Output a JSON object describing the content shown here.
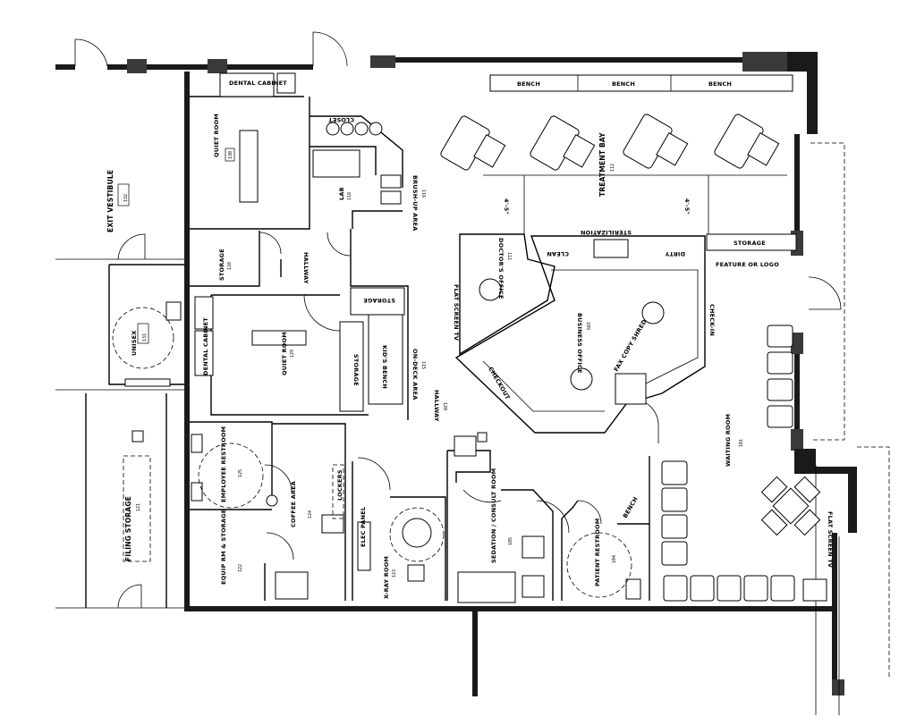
{
  "rooms": {
    "dental_cabinet_top": "DENTAL CABINET",
    "quiet_room_1": "QUIET ROOM",
    "quiet_room_1_num": "130",
    "closet": "CLOSET",
    "lab": "LAB",
    "lab_num": "118",
    "brushup": "BRUSH-UP AREA",
    "brushup_num": "116",
    "exit_vestibule": "EXIT VESTIBULE",
    "exit_vestibule_num": "132",
    "storage_left": "STORAGE",
    "storage_left_num": "128",
    "hallway_upper": "HALLWAY",
    "storage_mid": "STORAGE",
    "unisex": "UNISEX",
    "unisex_num": "131",
    "dental_cabinet_mid": "DENTAL CABINET",
    "quiet_room_2": "QUIET ROOM",
    "quiet_room_2_num": "129",
    "storage_vert": "STORAGE",
    "kids_bench": "KID'S BENCH",
    "oncheck": "ON-DECK AREA",
    "oncheck_num": "115",
    "doctors_office": "DOCTOR'S OFFICE",
    "doctors_office_num": "111",
    "sterilization": "STERILIZATION",
    "clean": "CLEAN",
    "dirty": "DIRTY",
    "storage_right": "STORAGE",
    "feature_logo": "FEATURE OR LOGO",
    "treatment_bay": "TREATMENT BAY",
    "treatment_bay_num": "112",
    "business_office": "BUSINESS OFFICE",
    "business_office_num": "109",
    "check_in": "CHECK-IN",
    "checkout": "CHECKOUT",
    "fax_copy": "FAX COPY SHRED",
    "flat_screen_1": "FLAT SCREEN TV",
    "hallway_lower": "HALLWAY",
    "hallway_lower_num": "120",
    "filing_storage": "FILING STORAGE",
    "filing_storage_num": "121",
    "employee_restroom": "EMPLOYEE RESTROOM",
    "employee_restroom_num": "125",
    "coffee": "COFFEE AREA",
    "coffee_num": "124",
    "lockers": "LOCKERS",
    "equip_storage": "EQUIP RM & STORAGE",
    "equip_storage_num": "122",
    "elec_panel": "ELEC PANEL",
    "xray_room": "X-RAY ROOM",
    "xray_room_num": "123",
    "sedation": "SEDATION / CONSULT ROOM",
    "sedation_num": "105",
    "patient_restroom": "PATIENT RESTROOM",
    "patient_restroom_num": "104",
    "bench_lower": "BENCH",
    "waiting": "WAITING ROOM",
    "waiting_num": "101",
    "flat_screen_2": "FLAT SCREEN TV",
    "bench_1": "BENCH",
    "bench_2": "BENCH",
    "bench_3": "BENCH",
    "dim_1": "4'-5\"",
    "dim_2": "4'-5\""
  }
}
